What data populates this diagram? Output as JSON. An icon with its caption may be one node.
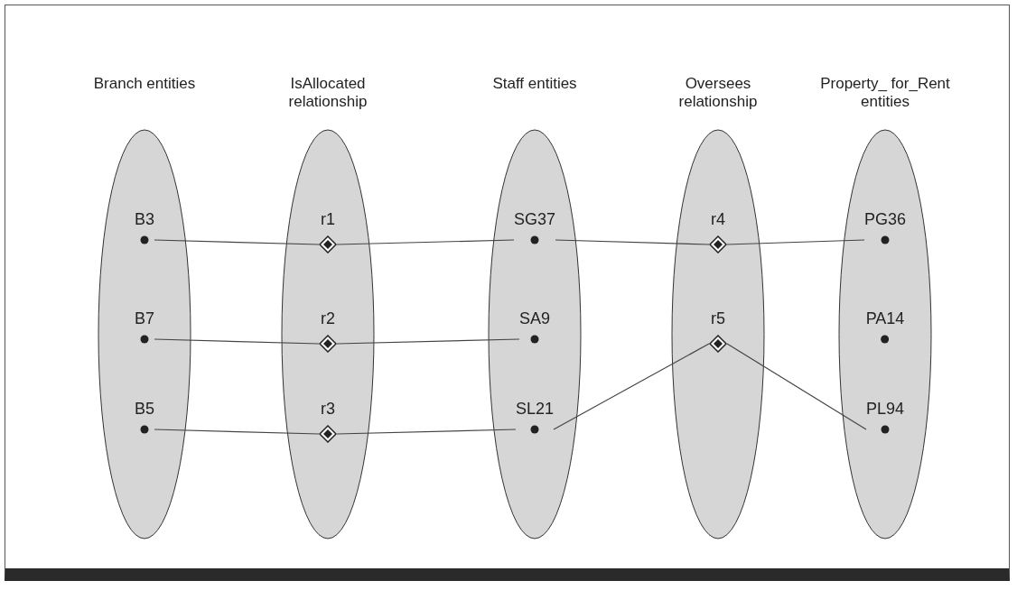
{
  "diagram": {
    "nodes": [
      {
        "text": [
          "Branch entities"
        ]
      },
      {
        "text": [
          "IsAllocated relationship"
        ]
      },
      {
        "text": [
          "Staff entities"
        ]
      },
      {
        "text": [
          "Oversees relationship"
        ]
      },
      {
        "text": [
          "Property_ for_Rent entities"
        ]
      },
      {
        "text": [
          "B3"
        ],
        "in": 0
      },
      {
        "text": [
          "B7"
        ],
        "in": 0
      },
      {
        "text": [
          "B5"
        ],
        "in": 0
      },
      {
        "text": [
          "r1"
        ],
        "in": 1
      },
      {
        "text": [
          "r2"
        ],
        "in": 1
      },
      {
        "text": [
          "r3"
        ],
        "in": 1
      },
      {
        "text": [
          "SG37"
        ],
        "in": 2
      },
      {
        "text": [
          "SA9"
        ],
        "in": 2
      },
      {
        "text": [
          "SL21"
        ],
        "in": 2
      },
      {
        "text": [
          "r4"
        ],
        "in": 3
      },
      {
        "text": [
          "r5"
        ],
        "in": 3
      },
      {
        "text": [
          "PG36"
        ],
        "in": 4
      },
      {
        "text": [
          "PA14"
        ],
        "in": 4
      },
      {
        "text": [
          "PL94"
        ],
        "in": 4
      }
    ],
    "edges": [
      {
        "from": 5,
        "to": 8,
        "arrow": "none"
      },
      {
        "from": 8,
        "to": 11,
        "arrow": "none"
      },
      {
        "from": 11,
        "to": 14,
        "arrow": "none"
      },
      {
        "from": 14,
        "to": 16,
        "arrow": "none"
      },
      {
        "from": 6,
        "to": 9,
        "arrow": "none"
      },
      {
        "from": 9,
        "to": 12,
        "arrow": "none"
      },
      {
        "from": 7,
        "to": 10,
        "arrow": "none"
      },
      {
        "from": 10,
        "to": 13,
        "arrow": "none"
      },
      {
        "from": 13,
        "to": 15,
        "arrow": "none"
      },
      {
        "from": 15,
        "to": 18,
        "arrow": "none"
      }
    ]
  }
}
